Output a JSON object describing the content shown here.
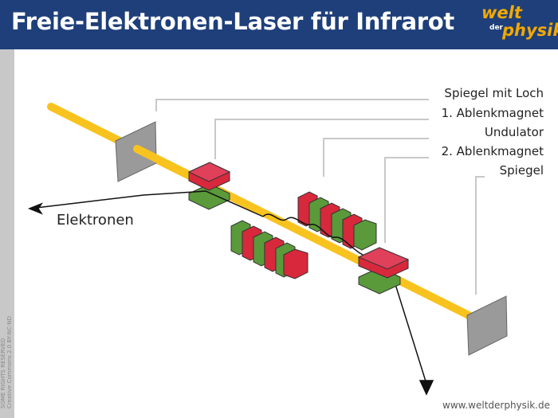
{
  "header": {
    "title": "Freie-Elektronen-Laser für Infrarot",
    "logo_welt": "welt",
    "logo_der": "der",
    "logo_physik": "physik"
  },
  "labels": {
    "spiegel_mit_loch": "Spiegel mit Loch",
    "ablenkmagnet_1": "1. Ablenkmagnet",
    "undulator": "Undulator",
    "ablenkmagnet_2": "2. Ablenkmagnet",
    "spiegel": "Spiegel",
    "elektronen": "Elektronen"
  },
  "license_line1": "SOME RIGHTS RESERVED",
  "license_line2": "Creative Commons 2.0 BY-NC-ND",
  "footer_url": "www.weltderphysik.de",
  "colors": {
    "header_bg": "#1e3f7a",
    "laser_beam": "#f9c31f",
    "magnet_red": "#d8283c",
    "magnet_green": "#5a9a3a",
    "mirror_gray": "#9a9a9a"
  }
}
